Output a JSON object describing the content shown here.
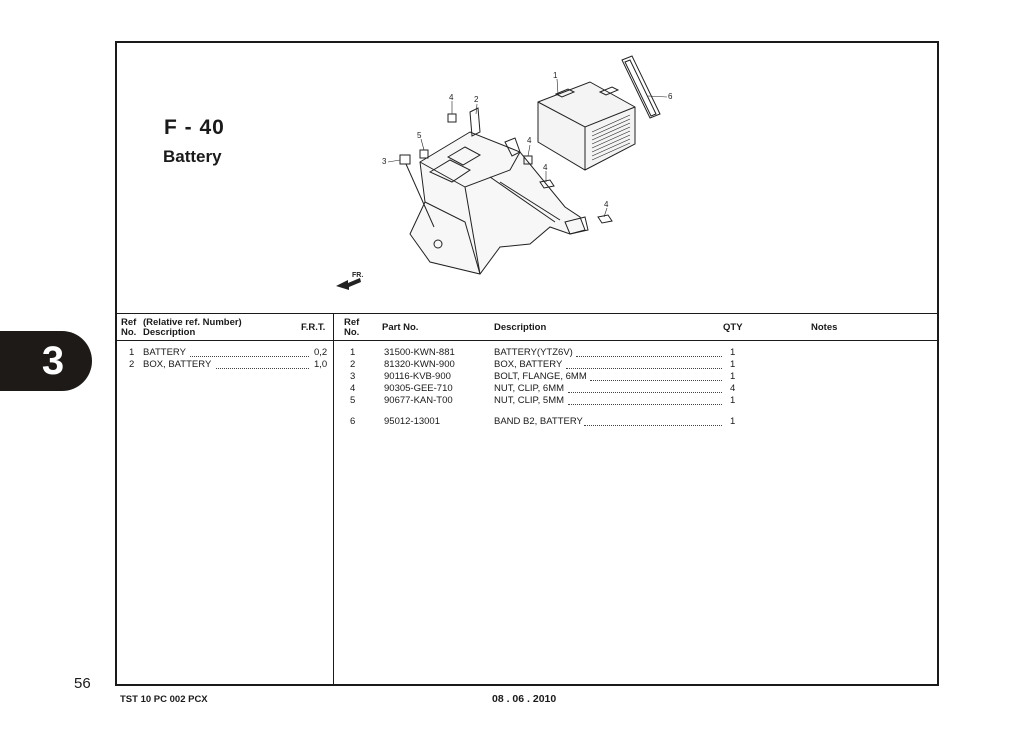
{
  "figure": {
    "code": "F - 40",
    "title": "Battery",
    "front_label": "FR."
  },
  "callouts": [
    "1",
    "2",
    "3",
    "4",
    "4",
    "4",
    "4",
    "5",
    "6"
  ],
  "left_table": {
    "headers": {
      "ref_line1": "Ref",
      "ref_line2": "No.",
      "desc_line1": "(Relative ref. Number)",
      "desc_line2": "Description",
      "frt": "F.R.T."
    },
    "rows": [
      {
        "ref": "1",
        "desc": "BATTERY",
        "frt": "0,2"
      },
      {
        "ref": "2",
        "desc": "BOX, BATTERY",
        "frt": "1,0"
      }
    ]
  },
  "right_table": {
    "headers": {
      "ref_line1": "Ref",
      "ref_line2": "No.",
      "part_no": "Part No.",
      "description": "Description",
      "qty": "QTY",
      "notes": "Notes"
    },
    "rows": [
      {
        "ref": "1",
        "part_no": "31500-KWN-881",
        "desc": "BATTERY(YTZ6V)",
        "qty": "1"
      },
      {
        "ref": "2",
        "part_no": "81320-KWN-900",
        "desc": "BOX, BATTERY",
        "qty": "1"
      },
      {
        "ref": "3",
        "part_no": "90116-KVB-900",
        "desc": "BOLT, FLANGE, 6MM",
        "qty": "1"
      },
      {
        "ref": "4",
        "part_no": "90305-GEE-710",
        "desc": "NUT, CLIP, 6MM",
        "qty": "4"
      },
      {
        "ref": "5",
        "part_no": "90677-KAN-T00",
        "desc": "NUT, CLIP, 5MM",
        "qty": "1"
      },
      {
        "ref": "6",
        "part_no": "95012-13001",
        "desc": "BAND B2, BATTERY",
        "qty": "1"
      }
    ]
  },
  "section_tab": "3",
  "page_number": "56",
  "footer": {
    "doc_code": "TST 10 PC 002 PCX",
    "date": "08 . 06 . 2010"
  }
}
